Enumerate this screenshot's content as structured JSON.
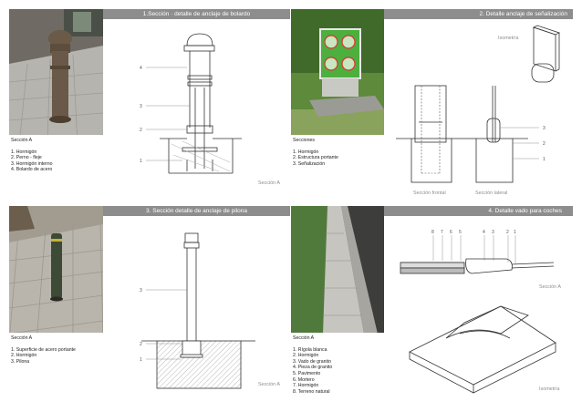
{
  "panel1": {
    "header": "1.Sección · detalle de anclaje de bolardo",
    "info_title": "Sección A",
    "items": [
      "1. Hormigón",
      "2. Perno - fleje",
      "3. Hormigón interno",
      "4. Bolardo de acero"
    ],
    "section_label": "Sección A",
    "numbers": [
      "1",
      "2",
      "3",
      "4"
    ]
  },
  "panel2": {
    "header": "2. Detalle anclaje de señalización",
    "info_title": "Secciones",
    "items": [
      "1. Hormigón",
      "2. Estructura portante",
      "3. Señalización"
    ],
    "iso_label": "Isometría",
    "front_label": "Sección frontal",
    "side_label": "Sección lateral",
    "numbers": [
      "1",
      "2",
      "3"
    ]
  },
  "panel3": {
    "header": "3. Sección detalle de anclaje de pilona",
    "info_title": "Sección A",
    "items": [
      "1. Superficie de acero portante",
      "2. Hormigón",
      "3. Pilona"
    ],
    "section_label": "Sección A",
    "numbers": [
      "1",
      "2",
      "3"
    ]
  },
  "panel4": {
    "header": "4. Detalle vado para coches",
    "info_title": "Sección A",
    "items": [
      "1. Rígola blanca",
      "2. Hormigón",
      "3. Vado de granito",
      "4. Pieza de granito",
      "5. Pavimento",
      "6. Mortero",
      "7. Hormigón",
      "8. Terreno natural"
    ],
    "section_label": "Sección A",
    "iso_label": "Isometría",
    "numbers": [
      "8",
      "7",
      "6",
      "5",
      "4",
      "3",
      "2",
      "1"
    ]
  }
}
